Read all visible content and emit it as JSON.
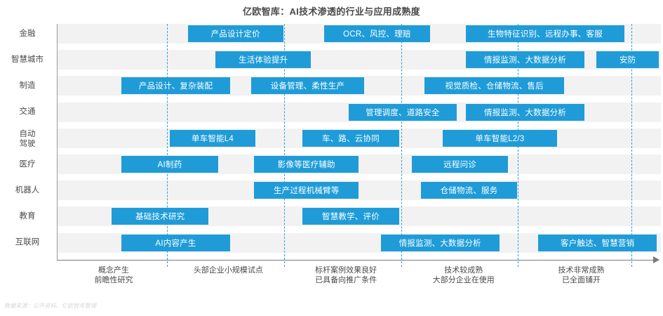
{
  "title": "亿欧智库：AI技术渗透的行业与应用成熟度",
  "source_note": "数据来源：公开资料、亿欧智库整理",
  "colors": {
    "box": "#1f9cd8",
    "band": "#f2f2f2",
    "grid": "#2b9fd8",
    "axis": "#7a7a7a",
    "text": "#4a4a4a"
  },
  "chart_data": {
    "type": "table",
    "title": "亿欧智库：AI技术渗透的行业与应用成熟度",
    "xlabel": "",
    "ylabel": "",
    "grid": true,
    "legend": "none",
    "x_axis_stages": [
      {
        "id": "s1",
        "lines": [
          "概念产生",
          "前瞻性研究"
        ],
        "center_x": 0.0
      },
      {
        "id": "s2",
        "lines": [
          "头部企业小规模试点"
        ],
        "center_x": 0.19
      },
      {
        "id": "s3",
        "lines": [
          "标杆案例效果良好",
          "已具备向推广条件"
        ],
        "center_x": 0.385
      },
      {
        "id": "s4",
        "lines": [
          "技术较成熟",
          "大部分企业在使用"
        ],
        "center_x": 0.58
      },
      {
        "id": "s5",
        "lines": [
          "技术非常成熟",
          "已全面铺开"
        ],
        "center_x": 0.775
      }
    ],
    "gridline_positions": [
      0.181,
      0.376,
      0.57,
      0.763,
      0.951
    ],
    "categories": [
      {
        "label": "金融",
        "lines": [
          "金融"
        ]
      },
      {
        "label": "智慧城市",
        "lines": [
          "智慧城市"
        ]
      },
      {
        "label": "制造",
        "lines": [
          "制造"
        ]
      },
      {
        "label": "交通",
        "lines": [
          "交通"
        ]
      },
      {
        "label": "自动驾驶",
        "lines": [
          "自动",
          "驾驶"
        ]
      },
      {
        "label": "医疗",
        "lines": [
          "医疗"
        ]
      },
      {
        "label": "机器人",
        "lines": [
          "机器人"
        ]
      },
      {
        "label": "教育",
        "lines": [
          "教育"
        ]
      },
      {
        "label": "互联网",
        "lines": [
          "互联网"
        ]
      }
    ],
    "rows": [
      {
        "category": "金融",
        "items": [
          {
            "text": "产品设计定价",
            "x": 0.216,
            "w": 0.158
          },
          {
            "text": "OCR、风控、理赔",
            "x": 0.442,
            "w": 0.175
          },
          {
            "text": "生物特征识别、远程办事、客服",
            "x": 0.677,
            "w": 0.262
          }
        ]
      },
      {
        "category": "智慧城市",
        "items": [
          {
            "text": "生活体验提升",
            "x": 0.262,
            "w": 0.158
          },
          {
            "text": "情报监测、大数据分析",
            "x": 0.677,
            "w": 0.196
          },
          {
            "text": "安防",
            "x": 0.893,
            "w": 0.104
          }
        ]
      },
      {
        "category": "制造",
        "items": [
          {
            "text": "产品设计、复杂装配",
            "x": 0.106,
            "w": 0.18
          },
          {
            "text": "设备管理、柔性生产",
            "x": 0.321,
            "w": 0.187
          },
          {
            "text": "视觉质检、仓储物流、售后",
            "x": 0.608,
            "w": 0.232
          }
        ]
      },
      {
        "category": "交通",
        "items": [
          {
            "text": "管理调度、道路安全",
            "x": 0.482,
            "w": 0.18
          },
          {
            "text": "情报监测、大数据分析",
            "x": 0.677,
            "w": 0.196
          }
        ]
      },
      {
        "category": "自动驾驶",
        "items": [
          {
            "text": "单车智能L4",
            "x": 0.186,
            "w": 0.142
          },
          {
            "text": "车、路、云协同",
            "x": 0.406,
            "w": 0.16
          },
          {
            "text": "单车智能L2/3",
            "x": 0.638,
            "w": 0.19
          }
        ]
      },
      {
        "category": "医疗",
        "items": [
          {
            "text": "AI制药",
            "x": 0.106,
            "w": 0.16
          },
          {
            "text": "影像等医疗辅助",
            "x": 0.326,
            "w": 0.173
          },
          {
            "text": "远程问诊",
            "x": 0.587,
            "w": 0.16
          }
        ]
      },
      {
        "category": "机器人",
        "items": [
          {
            "text": "生产过程机械臂等",
            "x": 0.326,
            "w": 0.173
          },
          {
            "text": "仓储物流、服务",
            "x": 0.602,
            "w": 0.16
          }
        ]
      },
      {
        "category": "教育",
        "items": [
          {
            "text": "基础技术研究",
            "x": 0.09,
            "w": 0.16
          },
          {
            "text": "智慧教学、评价",
            "x": 0.406,
            "w": 0.16
          }
        ]
      },
      {
        "category": "互联网",
        "items": [
          {
            "text": "AI内容产生",
            "x": 0.106,
            "w": 0.18
          },
          {
            "text": "情报监测、大数据分析",
            "x": 0.536,
            "w": 0.196
          },
          {
            "text": "客户触达、智慧营销",
            "x": 0.797,
            "w": 0.196
          }
        ]
      }
    ]
  }
}
